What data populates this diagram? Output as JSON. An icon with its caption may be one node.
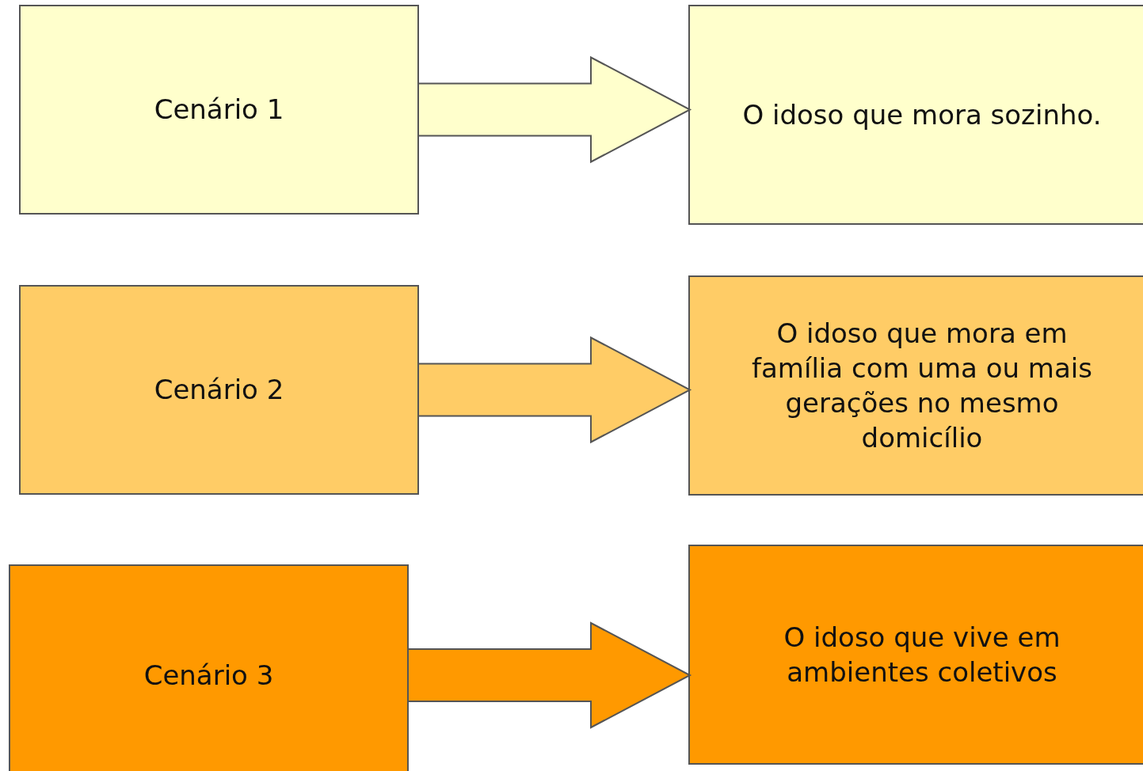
{
  "diagram": {
    "nodes": [
      {
        "text": [
          "Cenário 1"
        ]
      },
      {
        "text": [
          "O idoso que mora sozinho."
        ]
      },
      {
        "text": [
          "Cenário 2"
        ]
      },
      {
        "text": [
          "O idoso que mora em família com uma ou mais gerações no mesmo domicílio"
        ]
      },
      {
        "text": [
          "Cenário 3"
        ]
      },
      {
        "text": [
          "O idoso que vive em ambientes coletivos"
        ]
      }
    ],
    "edges": [
      {
        "from": 0,
        "to": 1,
        "arrow": "to"
      },
      {
        "from": 2,
        "to": 3,
        "arrow": "to"
      },
      {
        "from": 4,
        "to": 5,
        "arrow": "to"
      }
    ]
  }
}
